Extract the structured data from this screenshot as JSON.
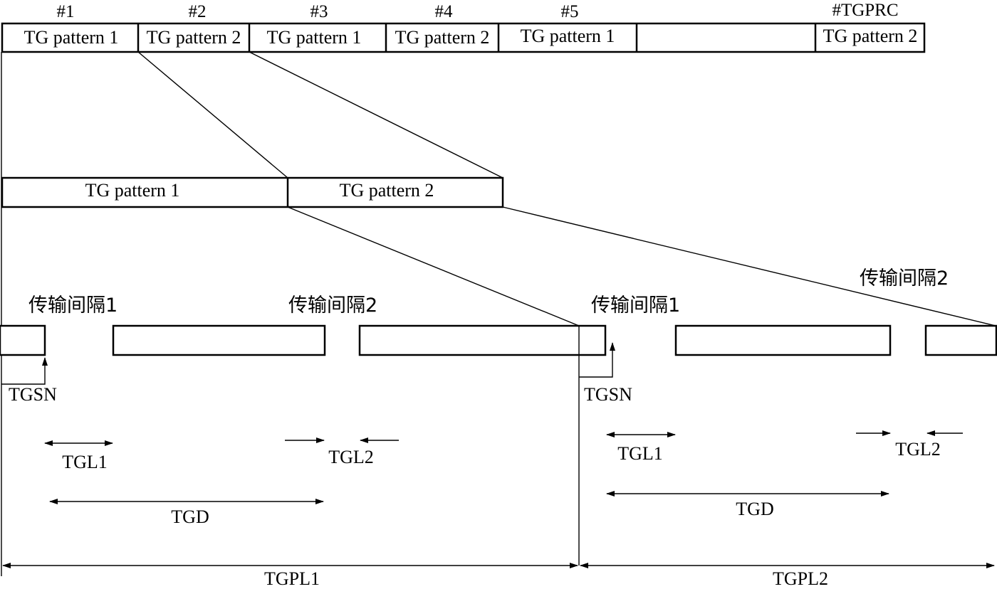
{
  "pattern_sequence": {
    "slot_numbers": [
      "#1",
      "#2",
      "#3",
      "#4",
      "#5",
      "#TGPRC"
    ],
    "slot_labels": [
      "TG pattern 1",
      "TG pattern 2",
      "TG pattern 1",
      "TG pattern 2",
      "TG pattern 1",
      "",
      "TG pattern 2"
    ]
  },
  "expanded_patterns": {
    "pattern_1": "TG pattern 1",
    "pattern_2": "TG pattern 2"
  },
  "timeline": {
    "gap_1": "传输间隔1",
    "gap_2": "传输间隔2",
    "gap_1_second": "传输间隔1",
    "gap_2_second": "传输间隔2",
    "tgsn": "TGSN",
    "tgl1": "TGL1",
    "tgl2": "TGL2",
    "tgd": "TGD",
    "tgpl1": "TGPL1",
    "tgpl2": "TGPL2"
  }
}
